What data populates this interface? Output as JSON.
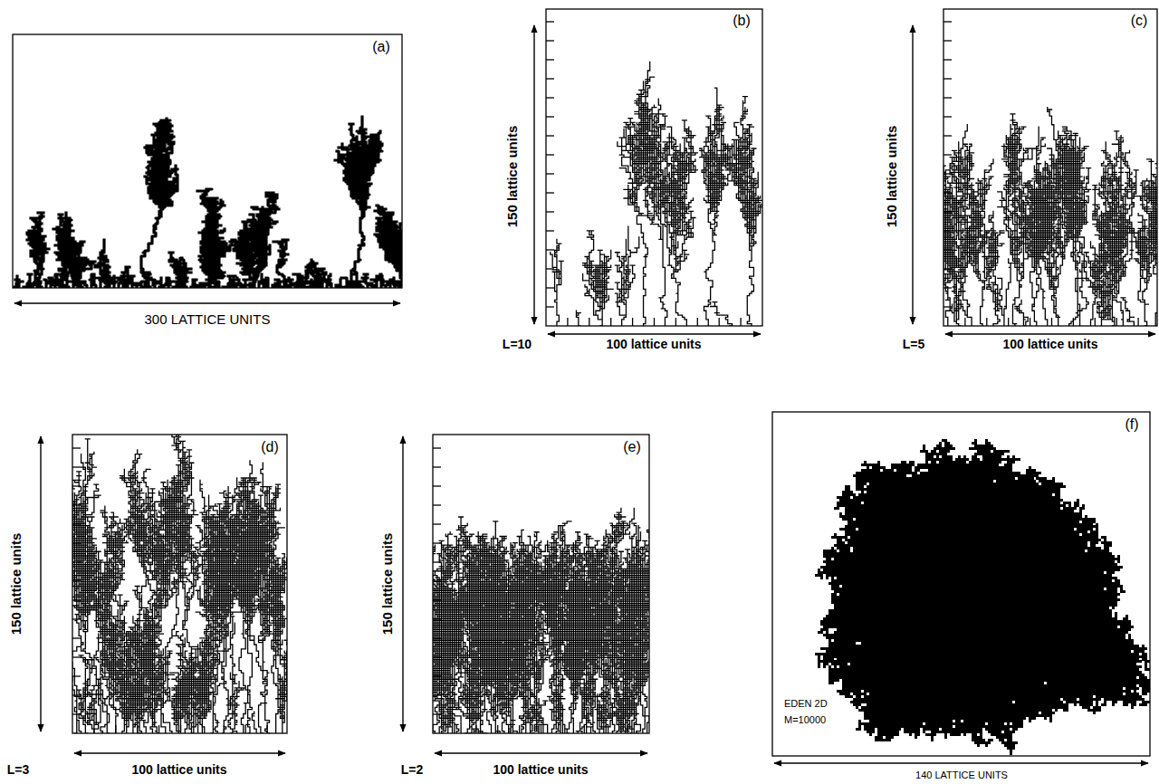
{
  "diagram": {
    "labels": [
      "(a)",
      "300 LATTICE UNITS",
      "(b)",
      "150 lattice units",
      "L=10",
      "100 lattice units",
      "(c)",
      "150 lattice units",
      "L=5",
      "100 lattice units",
      "(d)",
      "150 lattice units",
      "L=3",
      "100 lattice units",
      "(e)",
      "150 lattice units",
      "L=2",
      "100 lattice units",
      "(f)",
      "EDEN 2D",
      "M=10000",
      "140 LATTICE UNITS"
    ]
  }
}
